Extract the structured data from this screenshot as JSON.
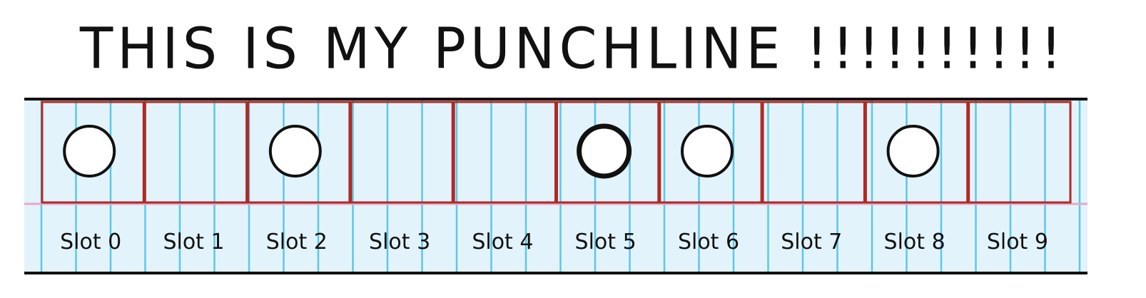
{
  "headline": "THIS IS MY PUNCHLINE !!!!!!!!!!",
  "colors": {
    "paper": "#e3f3fb",
    "ruled_line": "#5cc8e6",
    "margin_line": "#e7a8c8",
    "slot_border": "#b02a24",
    "hole_fill": "#ffffff",
    "ink": "#111111"
  },
  "slots": [
    {
      "label": "Slot 0",
      "punched": true
    },
    {
      "label": "Slot 1",
      "punched": false
    },
    {
      "label": "Slot 2",
      "punched": true
    },
    {
      "label": "Slot 3",
      "punched": false
    },
    {
      "label": "Slot 4",
      "punched": false
    },
    {
      "label": "Slot 5",
      "punched": true
    },
    {
      "label": "Slot 6",
      "punched": true
    },
    {
      "label": "Slot 7",
      "punched": false
    },
    {
      "label": "Slot 8",
      "punched": true
    },
    {
      "label": "Slot 9",
      "punched": false
    }
  ]
}
